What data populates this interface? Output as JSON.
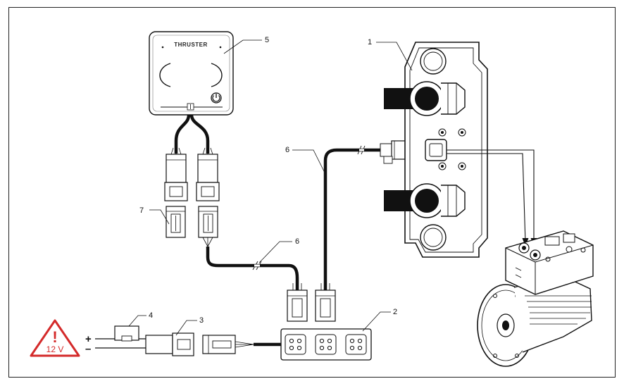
{
  "labels": {
    "l1": "1",
    "l2": "2",
    "l3": "3",
    "l4": "4",
    "l5": "5",
    "l6a": "6",
    "l6b": "6",
    "l7": "7"
  },
  "panel": {
    "brand": "THRUSTER"
  },
  "power": {
    "plus": "+",
    "minus": "–"
  },
  "warning": {
    "voltage": "12 V",
    "mark": "!"
  },
  "colors": {
    "warning": "#d42a2a",
    "line": "#111111",
    "cable": "#000000"
  }
}
